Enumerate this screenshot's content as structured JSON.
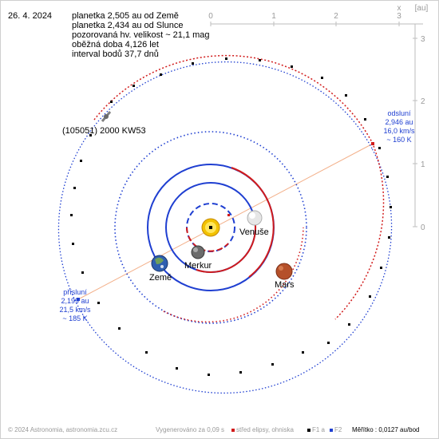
{
  "date": "26. 4. 2024",
  "info_lines": [
    "planetka 2,505 au od Země",
    "planetka 2,434 au od Slunce",
    "pozorovaná hv. velikost ~ 21,1 mag",
    "oběžná doba 4,126 let",
    "interval bodů 37,7 dnů"
  ],
  "asteroid_label": "(105051) 2000 KW53",
  "aphelion": {
    "title": "odsluní",
    "dist": "2,946 au",
    "speed": "16,0 km/s",
    "temp": "~ 160 K"
  },
  "perihelion": {
    "title": "přísluní",
    "dist": "2,199 au",
    "speed": "21,5 km/s",
    "temp": "~ 185 K"
  },
  "planet_labels": {
    "venus": "Venuše",
    "mercury": "Merkur",
    "earth": "Země",
    "mars": "Mars"
  },
  "top_axis": {
    "ticks": [
      "0",
      "1",
      "2",
      "3"
    ],
    "x_label": "x",
    "unit": "[au]"
  },
  "right_axis": {
    "ticks": [
      "3",
      "2",
      "1",
      "0"
    ]
  },
  "footer": {
    "copyright": "© 2024 Astronomia, astronomia.zcu.cz",
    "generated": "Vygenerováno za 0,09 s",
    "center_legend": "střed elipsy, ohniska",
    "f1": "F1 a",
    "f2": "F2",
    "scale": "Měřítko : 0,0127 au/bod"
  },
  "colors": {
    "orbit_blue": "#1f3fd1",
    "orbit_red": "#d11b1b",
    "apsis_line": "#f3b08a",
    "axis": "#bdbdbd",
    "sun": "#f2c200",
    "mars": "#b5502a"
  }
}
